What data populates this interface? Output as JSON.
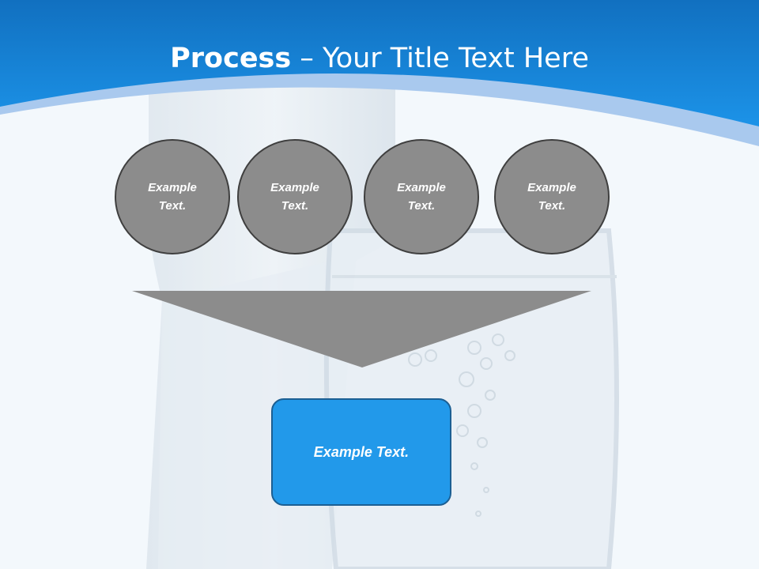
{
  "colors": {
    "header_blue": "#1a86dc",
    "header_light_band": "#a9c9ee",
    "circle_fill": "#8c8c8c",
    "circle_border": "#3f3f3f",
    "arrow_fill": "#8c8c8c",
    "box_fill": "#2299ea",
    "box_border": "#1c5f93"
  },
  "title": {
    "bold": "Process",
    "rest": " – Your Title Text Here"
  },
  "steps": [
    {
      "text": "Example Text."
    },
    {
      "text": "Example Text."
    },
    {
      "text": "Example Text."
    },
    {
      "text": "Example Text."
    }
  ],
  "result": {
    "text": "Example Text."
  }
}
